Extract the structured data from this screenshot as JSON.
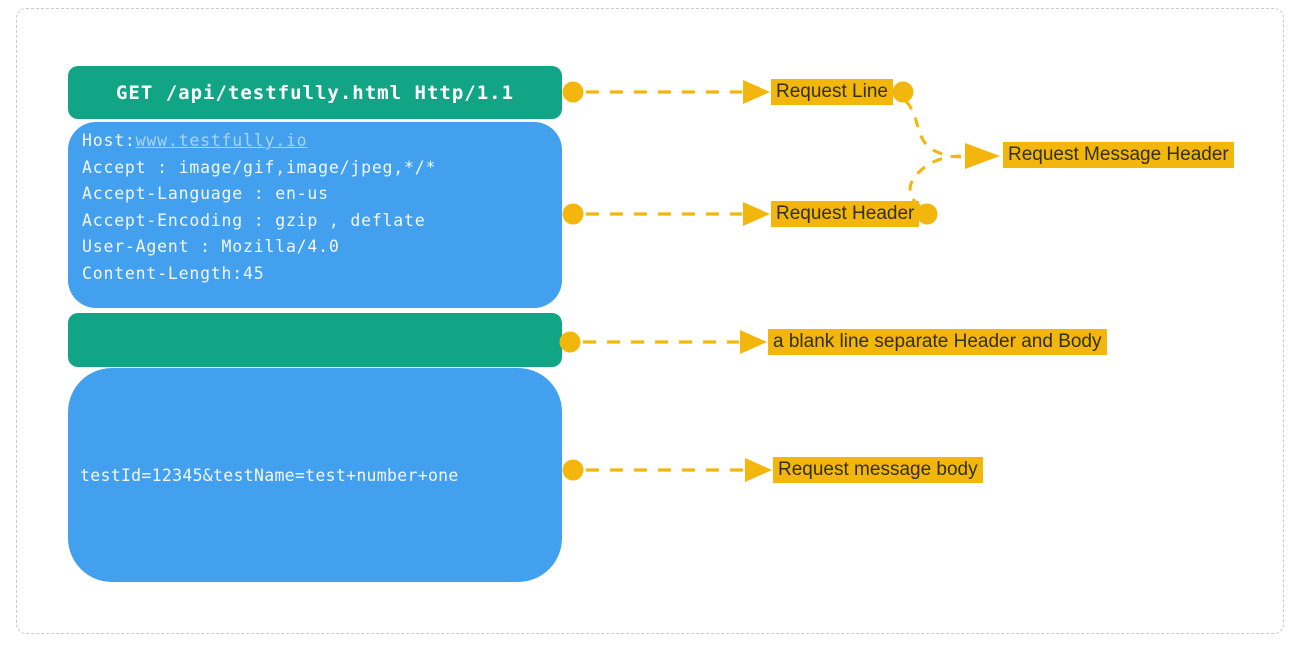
{
  "colors": {
    "green": "#11A585",
    "blue": "#42A0EF",
    "yellow": "#F2B60D",
    "label_text": "#33300D",
    "link": "#A8D6F8",
    "box_text": "#F2F8FE",
    "border": "#C9C9C9",
    "background": "#FFFFFF"
  },
  "request_line": {
    "text": "GET /api/testfully.html Http/1.1"
  },
  "request_headers": {
    "host_label": "Host:",
    "host_link": "www.testfully.io",
    "lines": [
      "Accept : image/gif,image/jpeg,*/*",
      "Accept-Language : en-us",
      "Accept-Encoding : gzip , deflate",
      "User-Agent : Mozilla/4.0",
      "Content-Length:45"
    ]
  },
  "blank_line": {
    "text": ""
  },
  "request_body": {
    "text": "testId=12345&testName=test+number+one"
  },
  "annotations": {
    "request_line": "Request Line",
    "request_header": "Request Header",
    "request_message_header": "Request Message Header",
    "blank_line": "a blank line separate Header and Body",
    "request_body": "Request message body"
  }
}
